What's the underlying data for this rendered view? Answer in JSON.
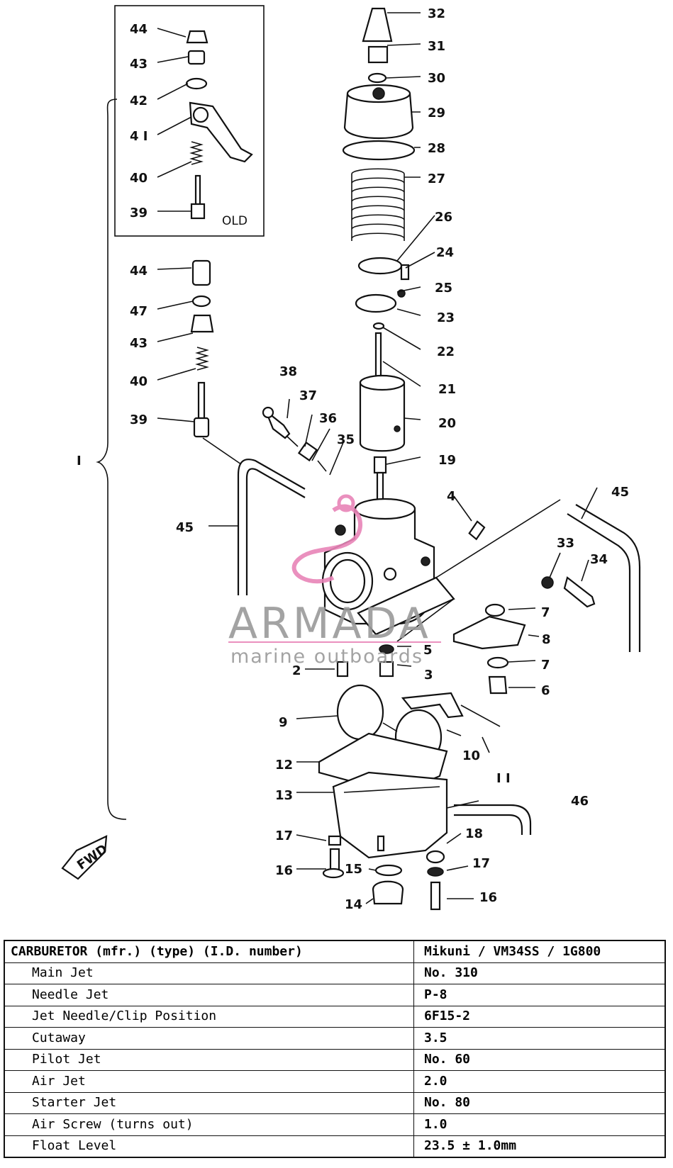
{
  "callouts": {
    "c32": "32",
    "c31": "31",
    "c30": "30",
    "c29": "29",
    "c28": "28",
    "c27": "27",
    "c26": "26",
    "c24": "24",
    "c25": "25",
    "c23": "23",
    "c22": "22",
    "c21": "21",
    "c20": "20",
    "c19": "19",
    "c44a": "44",
    "c43a": "43",
    "c42": "42",
    "c41": "4 I",
    "c40a": "40",
    "c39a": "39",
    "c44b": "44",
    "c47": "47",
    "c43b": "43",
    "c40b": "40",
    "c39b": "39",
    "c38": "38",
    "c37": "37",
    "c36": "36",
    "c35": "35",
    "c1": "I",
    "c45a": "45",
    "c45b": "45",
    "c4": "4",
    "c33": "33",
    "c34": "34",
    "c7a": "7",
    "c8": "8",
    "c7b": "7",
    "c6": "6",
    "c5": "5",
    "c2": "2",
    "c3": "3",
    "c9": "9",
    "c10": "10",
    "c11": "I I",
    "c12": "12",
    "c13": "13",
    "c46": "46",
    "c17a": "17",
    "c18": "18",
    "c16a": "16",
    "c15": "15",
    "c17b": "17",
    "c14": "14",
    "c16b": "16"
  },
  "old_label": "OLD",
  "direction_mark": "FWD",
  "watermark": {
    "brand": "ARMADA",
    "tagline": "marine outboards",
    "color": "#e884b8",
    "text_color": "#9a9a9a"
  },
  "spec_table": {
    "rows": [
      {
        "label": "CARBURETOR (mfr.) (type) (I.D. number)",
        "value": "Mikuni  /  VM34SS  /  1G800"
      },
      {
        "label": "Main Jet",
        "value": "No. 310"
      },
      {
        "label": "Needle Jet",
        "value": "P-8"
      },
      {
        "label": "Jet Needle/Clip Position",
        "value": "6F15-2"
      },
      {
        "label": "Cutaway",
        "value": "3.5"
      },
      {
        "label": "Pilot Jet",
        "value": "No. 60"
      },
      {
        "label": "Air Jet",
        "value": "2.0"
      },
      {
        "label": "Starter Jet",
        "value": "No. 80"
      },
      {
        "label": "Air Screw (turns out)",
        "value": "1.0"
      },
      {
        "label": "Float Level",
        "value": "23.5 ± 1.0mm"
      }
    ]
  }
}
